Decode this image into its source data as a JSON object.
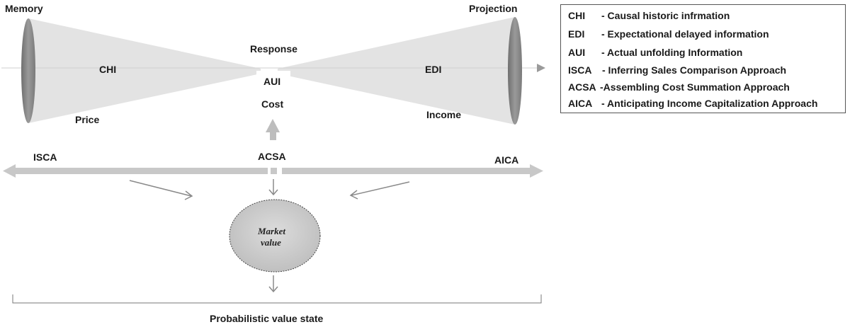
{
  "labels": {
    "memory": "Memory",
    "projection": "Projection",
    "chi": "CHI",
    "edi": "EDI",
    "response": "Response",
    "aui": "AUI",
    "cost": "Cost",
    "price": "Price",
    "income": "Income",
    "isca": "ISCA",
    "acsa": "ACSA",
    "aica": "AICA",
    "market_value_line1": "Market",
    "market_value_line2": "value",
    "probabilistic": "Probabilistic value state"
  },
  "legend": [
    {
      "abbr": "CHI",
      "desc": "- Causal historic infrmation"
    },
    {
      "abbr": "EDI",
      "desc": "- Expectational delayed information"
    },
    {
      "abbr": "AUI",
      "desc": "- Actual unfolding Information"
    },
    {
      "abbr": "ISCA",
      "desc": "- Inferring Sales Comparison Approach"
    },
    {
      "abbr": "ACSA",
      "desc": "-Assembling Cost Summation Approach"
    },
    {
      "abbr": "AICA",
      "desc": "- Anticipating Income Capitalization Approach"
    }
  ]
}
